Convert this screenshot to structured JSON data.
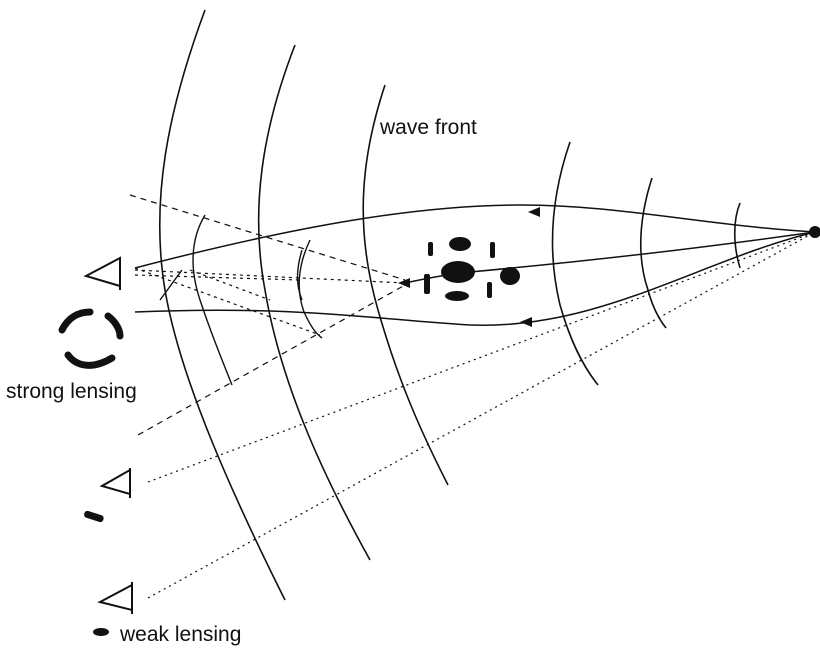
{
  "labels": {
    "wave_front": "wave front",
    "strong_lensing": "strong lensing",
    "weak_lensing": "weak lensing"
  },
  "colors": {
    "ink": "#111111",
    "background": "#ffffff"
  },
  "icons": {
    "observer": "eye-triangle-icon",
    "source": "point-source-icon",
    "lens": "galaxy-cluster-icon"
  }
}
